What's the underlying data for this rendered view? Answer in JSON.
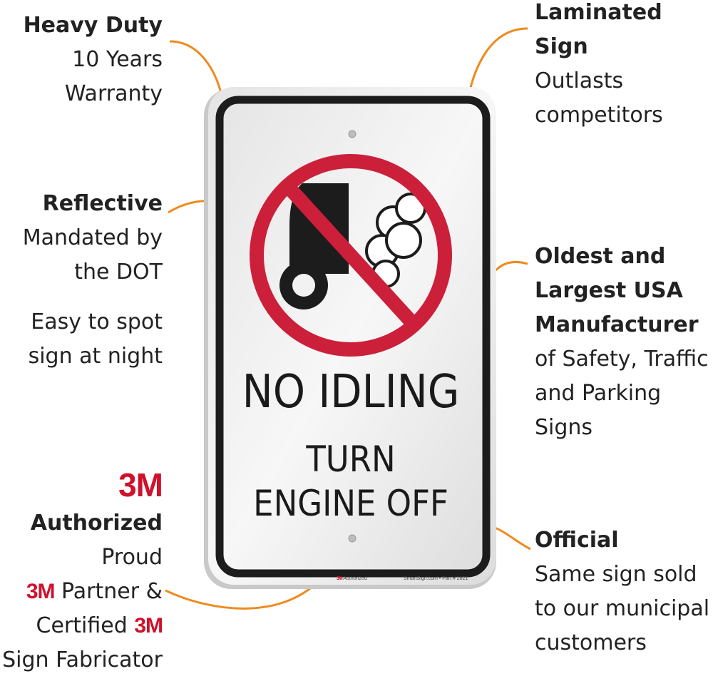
{
  "left_callouts": {
    "heavy_duty": {
      "head": "Heavy Duty",
      "lines": [
        "10 Years",
        "Warranty"
      ]
    },
    "reflective": {
      "head": "Reflective",
      "lines": [
        "Mandated by",
        "the DOT"
      ],
      "extra_lines": [
        "Easy to spot",
        "sign at night"
      ]
    },
    "authorized": {
      "logo": "3M",
      "head": "Authorized",
      "line1": "Proud",
      "line2_logo": "3M",
      "line2_text": " Partner &",
      "line3_text": "Certified ",
      "line3_logo": "3M",
      "line4": "Sign Fabricator"
    }
  },
  "right_callouts": {
    "laminated": {
      "head": [
        "Laminated",
        "Sign"
      ],
      "lines": [
        "Outlasts",
        "competitors"
      ]
    },
    "oldest": {
      "head": [
        "Oldest and",
        "Largest USA",
        "Manufacturer"
      ],
      "lines": [
        "of Safety, Traffic",
        "and Parking",
        "Signs"
      ]
    },
    "official": {
      "head": "Official",
      "lines": [
        "Same sign sold",
        "to our municipal",
        "customers"
      ]
    }
  },
  "sign": {
    "line1": "NO IDLING",
    "line2": "TURN",
    "line3": "ENGINE OFF",
    "footer_left_logo": "3M",
    "footer_left_text": "Authorized",
    "footer_right": "SmartSign.com • Part # 2821"
  },
  "colors": {
    "accent_orange": "#f08a1c",
    "prohibition_red": "#cc1f3a",
    "brand_3m_red": "#d0112b",
    "sign_border": "#1c1c1c"
  },
  "icons": [
    "no-idling-truck-icon",
    "exhaust-smoke-icon",
    "prohibition-circle-icon"
  ]
}
